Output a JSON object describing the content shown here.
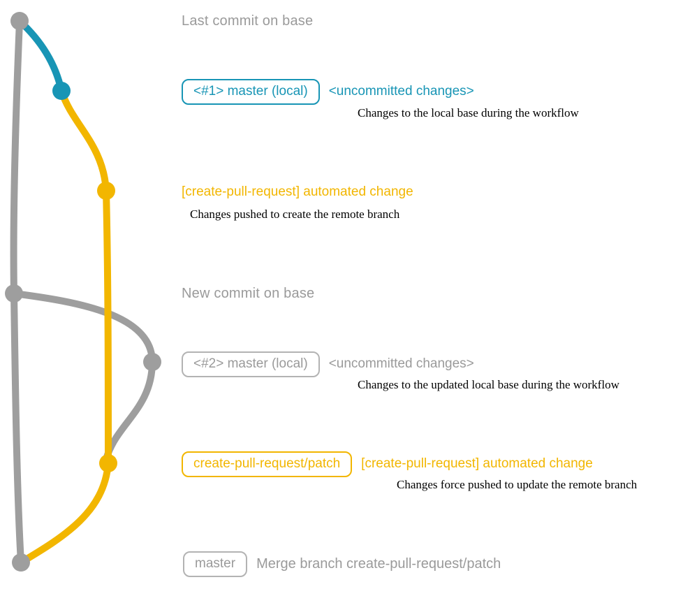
{
  "colors": {
    "gray": "#9e9e9e",
    "teal": "#1895b5",
    "yellow": "#f2b600",
    "label_gray": "#9a9a9a",
    "desc_black": "#000000"
  },
  "labels": {
    "last_commit": "Last commit on base",
    "new_commit": "New commit on base",
    "branch1": {
      "badge": "<#1> master (local)",
      "status": "<uncommitted changes>",
      "desc": "Changes to the local base during the workflow"
    },
    "push1": {
      "title": "[create-pull-request] automated change",
      "desc": "Changes pushed to create the remote branch"
    },
    "branch2": {
      "badge": "<#2> master (local)",
      "status": "<uncommitted changes>",
      "desc": "Changes to the updated local base during the workflow"
    },
    "push2": {
      "badge": "create-pull-request/patch",
      "title": "[create-pull-request] automated change",
      "desc": "Changes force pushed to update the remote branch"
    },
    "merge": {
      "badge": "master",
      "title": "Merge branch create-pull-request/patch"
    }
  }
}
